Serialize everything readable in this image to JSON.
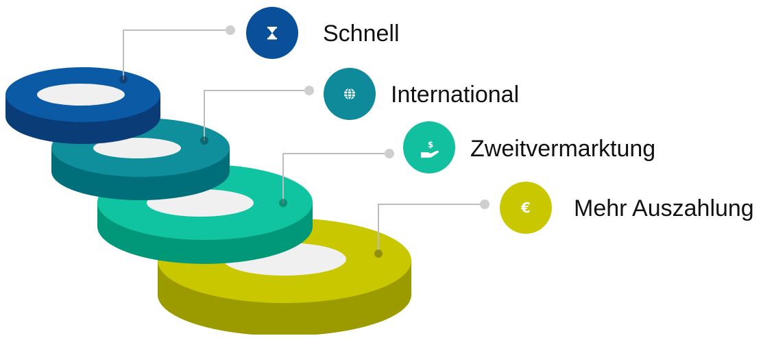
{
  "steps": [
    {
      "label": "Schnell",
      "icon": "hourglass-icon",
      "color": "#0a4f9a"
    },
    {
      "label": "International",
      "icon": "globe-icon",
      "color": "#0f8a9a"
    },
    {
      "label": "Zweitvermarktung",
      "icon": "hand-dollar-icon",
      "color": "#0fbfa0"
    },
    {
      "label": "Mehr Auszahlung",
      "icon": "euro-icon",
      "color": "#c9c800"
    }
  ],
  "icons": {
    "dollar_glyph": "$",
    "euro_glyph": "€"
  }
}
